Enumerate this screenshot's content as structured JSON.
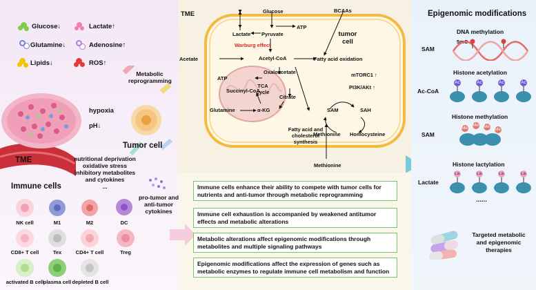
{
  "left": {
    "metabolites": [
      {
        "name": "Glucose",
        "dir": "↓"
      },
      {
        "name": "Glutamine",
        "dir": "↓"
      },
      {
        "name": "Lipids",
        "dir": "↓"
      },
      {
        "name": "Lactate",
        "dir": "↑"
      },
      {
        "name": "Adenosine",
        "dir": "↑"
      },
      {
        "name": "ROS",
        "dir": "↑"
      }
    ],
    "metabolic_reprogramming": "Metabolic reprogramming",
    "hypoxia": "hypoxia",
    "ph": "pH↓",
    "tme": "TME",
    "tumor_cell": "Tumor cell",
    "nutritional": [
      "nutritional deprivation",
      "oxidative stress",
      "inhibitory metabolites",
      "and cytokines",
      "..."
    ],
    "pro_tumor": [
      "pro-tumor and",
      "anti-tumor",
      "cytokines"
    ],
    "immune_title": "Immune cells",
    "immune_cells": [
      "NK cell",
      "M1",
      "M2",
      "DC",
      "CD8+ T cell",
      "Tex",
      "CD4+ T cell",
      "Treg",
      "activated B cell",
      "plasma cell",
      "depleted B cell"
    ]
  },
  "tme_box": {
    "title": "TME",
    "tumor_cell": [
      "tumor",
      "cell"
    ],
    "glucose": "Glucose",
    "bcaas": "BCAAs",
    "atp_top": "ATP",
    "lactate": "Lactate",
    "pyruvate": "Pyruvate",
    "warburg": "Warburg effect",
    "acetate": "Acetate",
    "acetyl_coa": "Acetyl-CoA",
    "fatty_acid_oxidation": "Fatty acid oxidation",
    "oxaloacetate": "Oxaloacetate",
    "atp_mid": "ATP",
    "tca": [
      "TCA",
      "cycle"
    ],
    "succinyl": "Succinyl-CoA",
    "citrate": "Citrate",
    "akg": "α-KG",
    "glutamine": "Glutamine",
    "mtorc1": "mTORC1 ↑",
    "pi3k": "PI3K/AKt ↑",
    "sam": "SAM",
    "sah": "SAH",
    "methionine_cycle": "Methionine",
    "homocysteine": "Homocysteine",
    "fatty_acid_synth": [
      "Fatty acid and",
      "cholesterol",
      "synthesis"
    ],
    "methionine_in": "Methionine"
  },
  "findings": [
    "Immune cells enhance their ability to compete with tumor cells for nutrients and anti-tumor through metabolic reprogramming",
    "Immune cell exhaustion is accompanied by weakened antitumor effects and metabolic alterations",
    "Metabolic alterations affect epigenomic modifications through metabolites and multiple signaling pathways",
    "Epigenomic modifications affect the expression of genes such as metabolic enzymes to regulate immune cell metabolism and function"
  ],
  "right": {
    "title": "Epigenomic modifications",
    "dna_title": "DNA methylation",
    "sam1": "SAM",
    "fivemc": "5mC",
    "ac_title": "Histone acetylation",
    "acetyl_coa": "Ac-CoA",
    "ac_mark": "Ac",
    "me_title": "Histone methylation",
    "sam2": "SAM",
    "me_mark": "Me",
    "la_title": "Histone  lactylation",
    "lactate": "Lactate",
    "la_mark": "La",
    "ellipsis": "......",
    "therapy": [
      "Targeted metabolic",
      "and epigenomic",
      "therapies"
    ]
  }
}
